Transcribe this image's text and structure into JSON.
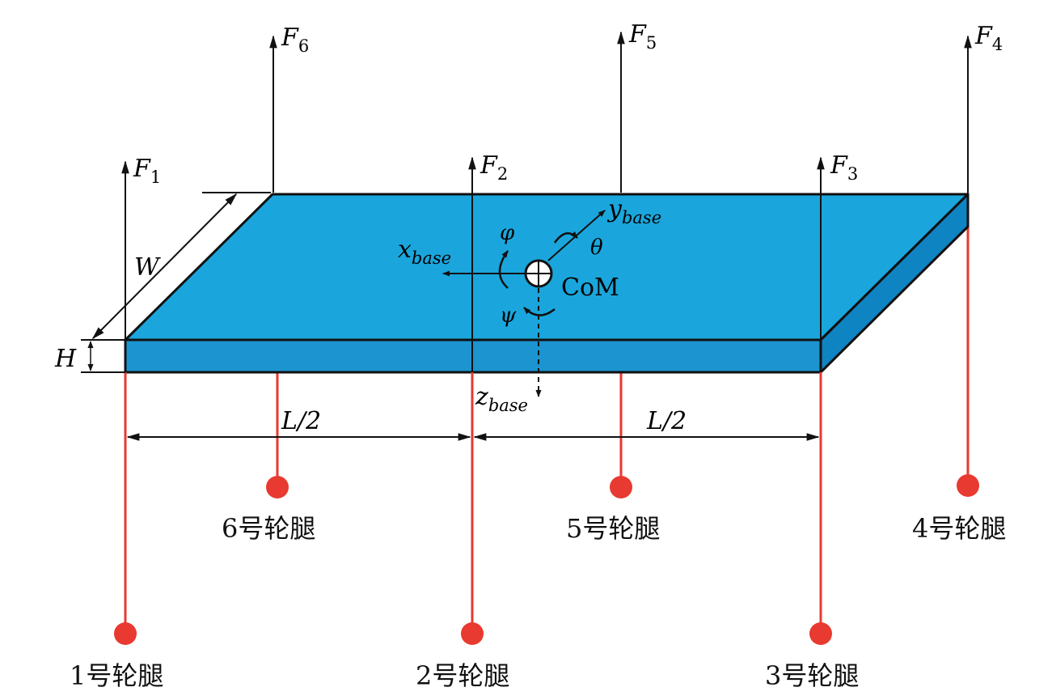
{
  "colors": {
    "plate_top": "#1aa6dc",
    "plate_front": "#1b94cf",
    "plate_side": "#0f84c2",
    "leg": "#e83a30",
    "line": "#111111"
  },
  "forces": {
    "f1": {
      "base": "F",
      "sub": "1"
    },
    "f2": {
      "base": "F",
      "sub": "2"
    },
    "f3": {
      "base": "F",
      "sub": "3"
    },
    "f4": {
      "base": "F",
      "sub": "4"
    },
    "f5": {
      "base": "F",
      "sub": "5"
    },
    "f6": {
      "base": "F",
      "sub": "6"
    }
  },
  "axes": {
    "x": {
      "base": "x",
      "sub": "base"
    },
    "y": {
      "base": "y",
      "sub": "base"
    },
    "z": {
      "base": "z",
      "sub": "base"
    },
    "phi": "φ",
    "theta": "θ",
    "psi": "ψ",
    "com": "CoM"
  },
  "dimensions": {
    "width": "W",
    "height": "H",
    "half_length_left": "L/2",
    "half_length_right": "L/2"
  },
  "legs": {
    "leg1": "1号轮腿",
    "leg2": "2号轮腿",
    "leg3": "3号轮腿",
    "leg4": "4号轮腿",
    "leg5": "5号轮腿",
    "leg6": "6号轮腿"
  }
}
